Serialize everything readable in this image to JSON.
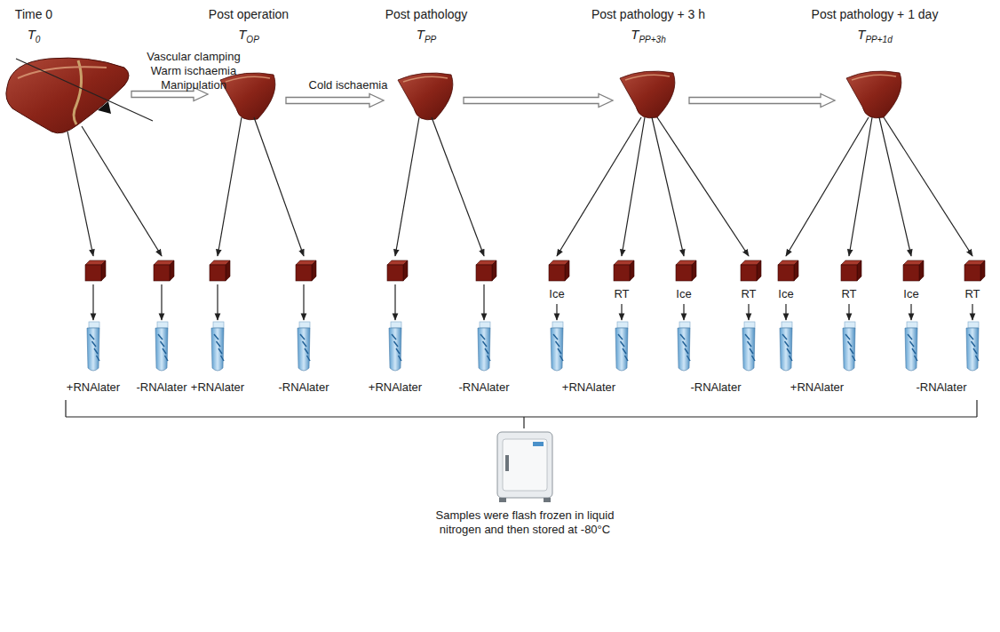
{
  "diagram": {
    "labels": [
      "Time 0",
      "Post operation",
      "Post pathology",
      "Post pathology + 3 h",
      "Post pathology + 1 day",
      "T",
      "0",
      "T",
      "OP",
      "T",
      "PP",
      "T",
      "PP+3h",
      "T",
      "PP+1d",
      "Vascular clamping",
      "Warm ischaemia",
      "Manipulation",
      "Cold ischaemia",
      "Ice",
      "RT",
      "Ice",
      "RT",
      "Ice",
      "RT",
      "Ice",
      "RT",
      "+RNAlater",
      "-RNAlater",
      "+RNAlater",
      "-RNAlater",
      "+RNAlater",
      "-RNAlater",
      "+RNAlater",
      "-RNAlater",
      "+RNAlater",
      "-RNAlater",
      "Samples were flash frozen in liquid nitrogen and then stored at -80°C"
    ]
  }
}
